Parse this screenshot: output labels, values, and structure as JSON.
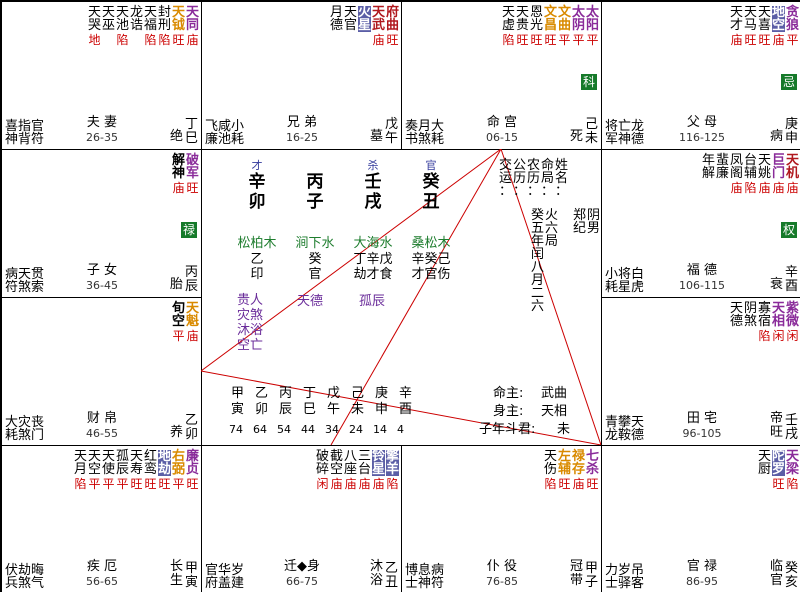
{
  "palaces": [
    {
      "branch_stem": [
        "丁",
        "巳"
      ],
      "stage": "绝",
      "name": "夫 妻",
      "range": "26-35",
      "bottom": [
        "喜",
        "指",
        "官",
        "神",
        "背",
        "符"
      ],
      "majors": [
        {
          "n": [
            "天",
            "同"
          ],
          "b": "庙",
          "c": "#8a2b9a"
        },
        {
          "n": [
            "天",
            "钺"
          ],
          "b": "旺",
          "c": "#d98a00"
        }
      ],
      "minors": [
        {
          "n": [
            "封",
            "刑"
          ],
          "b": "陷"
        },
        {
          "n": [
            "天",
            "福"
          ],
          "b": "陷"
        },
        {
          "n": [
            "龙",
            "诰"
          ],
          "b": ""
        },
        {
          "n": [
            "天",
            "池"
          ],
          "b": "陷"
        },
        {
          "n": [
            "天",
            "巫"
          ],
          "b": ""
        },
        {
          "n": [
            "天",
            "哭"
          ],
          "b": "地"
        }
      ]
    },
    {
      "branch_stem": [
        "戊",
        "午"
      ],
      "stage": "墓",
      "name": "兄 弟",
      "range": "16-25",
      "bottom": [
        "飞",
        "咸",
        "小",
        "廉",
        "池",
        "耗"
      ],
      "majors": [
        {
          "n": [
            "天",
            "武",
            "府",
            "曲"
          ],
          "b": "庙旺",
          "c": "#b0181e",
          "wide": true
        },
        {
          "n": [
            "火",
            "星"
          ],
          "b": "",
          "c": "#fff",
          "hl": true
        }
      ],
      "minors": [
        {
          "n": [
            "天",
            "官"
          ],
          "b": ""
        },
        {
          "n": [
            "月",
            "德"
          ],
          "b": ""
        }
      ]
    },
    {
      "branch_stem": [
        "己",
        "未"
      ],
      "stage": "死",
      "name": "命 宫",
      "range": "06-15",
      "bottom": [
        "奏",
        "月",
        "大",
        "书",
        "煞",
        "耗"
      ],
      "majors": [
        {
          "n": [
            "太",
            "阳"
          ],
          "b": "平",
          "c": "#8a2b9a"
        },
        {
          "n": [
            "太",
            "阴"
          ],
          "b": "平",
          "c": "#8a2b9a"
        },
        {
          "n": [
            "文",
            "曲"
          ],
          "b": "平",
          "c": "#d98a00"
        },
        {
          "n": [
            "文",
            "昌"
          ],
          "b": "旺",
          "c": "#d98a00"
        }
      ],
      "minors": [
        {
          "n": [
            "恩",
            "光"
          ],
          "b": "旺"
        },
        {
          "n": [
            "天",
            "贵"
          ],
          "b": "旺"
        },
        {
          "n": [
            "天",
            "虚"
          ],
          "b": "陷"
        }
      ],
      "mut": "科"
    },
    {
      "branch_stem": [
        "庚",
        "申"
      ],
      "stage": "病",
      "name": "父 母",
      "range": "116-125",
      "bottom": [
        "将",
        "亡",
        "龙",
        "军",
        "神",
        "德"
      ],
      "majors": [
        {
          "n": [
            "贪",
            "狼"
          ],
          "b": "平",
          "c": "#8a2b9a"
        },
        {
          "n": [
            "地",
            "空"
          ],
          "b": "庙",
          "c": "#fff",
          "hl": true
        }
      ],
      "minors": [
        {
          "n": [
            "天",
            "喜"
          ],
          "b": "旺"
        },
        {
          "n": [
            "天",
            "马"
          ],
          "b": "旺"
        },
        {
          "n": [
            "天",
            "才"
          ],
          "b": "庙"
        }
      ],
      "mut": "忌"
    },
    {
      "branch_stem": [
        "丙",
        "辰"
      ],
      "stage": "胎",
      "name": "子 女",
      "range": "36-45",
      "bottom": [
        "病",
        "天",
        "贯",
        "符",
        "煞",
        "索"
      ],
      "majors": [
        {
          "n": [
            "破",
            "军"
          ],
          "b": "旺",
          "c": "#8a2b9a"
        },
        {
          "n": [
            "解",
            "神"
          ],
          "b": "庙",
          "c": "#000"
        }
      ],
      "minors": [],
      "mut": "禄"
    },
    {
      "branch_stem": [
        "辛",
        "酉"
      ],
      "stage": "衰",
      "name": "福 德",
      "range": "106-115",
      "bottom": [
        "小",
        "将",
        "白",
        "耗",
        "星",
        "虎"
      ],
      "majors": [
        {
          "n": [
            "天",
            "机"
          ],
          "b": "庙",
          "c": "#b0181e"
        },
        {
          "n": [
            "巨",
            "门"
          ],
          "b": "庙",
          "c": "#8a2b9a"
        }
      ],
      "minors": [
        {
          "n": [
            "天",
            "姚"
          ],
          "b": "庙"
        },
        {
          "n": [
            "台",
            "辅"
          ],
          "b": "陷"
        },
        {
          "n": [
            "凤",
            "阁"
          ],
          "b": "庙"
        },
        {
          "n": [
            "蜚",
            "廉"
          ],
          "b": ""
        },
        {
          "n": [
            "年",
            "解"
          ],
          "b": ""
        }
      ],
      "mut": "权"
    },
    {
      "branch_stem": [
        "乙",
        "卯"
      ],
      "stage": "养",
      "name": "财 帛",
      "range": "46-55",
      "bottom": [
        "大",
        "灾",
        "丧",
        "耗",
        "煞",
        "门"
      ],
      "majors": [
        {
          "n": [
            "天",
            "魁"
          ],
          "b": "庙",
          "c": "#d98a00"
        },
        {
          "n": [
            "旬",
            "空"
          ],
          "b": "平",
          "c": "#000"
        }
      ],
      "minors": []
    },
    {
      "branch_stem": [
        "壬",
        "戌"
      ],
      "stage": "帝旺",
      "name": "田 宅",
      "range": "96-105",
      "bottom": [
        "青",
        "攀",
        "天",
        "龙",
        "鞍",
        "德"
      ],
      "majors": [
        {
          "n": [
            "紫",
            "微"
          ],
          "b": "闲",
          "c": "#8a2b9a"
        },
        {
          "n": [
            "天",
            "相"
          ],
          "b": "闲",
          "c": "#8a2b9a"
        }
      ],
      "minors": [
        {
          "n": [
            "寡",
            "宿"
          ],
          "b": "陷"
        },
        {
          "n": [
            "阴",
            "煞"
          ],
          "b": ""
        },
        {
          "n": [
            "天",
            "德"
          ],
          "b": ""
        }
      ]
    },
    {
      "branch_stem": [
        "甲",
        "寅"
      ],
      "stage": "长生",
      "name": "疾 厄",
      "range": "56-65",
      "bottom": [
        "伏",
        "劫",
        "晦",
        "兵",
        "煞",
        "气"
      ],
      "majors": [
        {
          "n": [
            "廉",
            "贞"
          ],
          "b": "旺",
          "c": "#8a2b9a"
        },
        {
          "n": [
            "右",
            "弼"
          ],
          "b": "平",
          "c": "#d98a00"
        },
        {
          "n": [
            "地",
            "劫"
          ],
          "b": "旺",
          "c": "#fff",
          "hl": true
        }
      ],
      "minors": [
        {
          "n": [
            "红",
            "鸾"
          ],
          "b": "旺"
        },
        {
          "n": [
            "天",
            "寿"
          ],
          "b": "旺"
        },
        {
          "n": [
            "孤",
            "辰"
          ],
          "b": "平"
        },
        {
          "n": [
            "天",
            "使"
          ],
          "b": "平"
        },
        {
          "n": [
            "天",
            "空"
          ],
          "b": "平"
        },
        {
          "n": [
            "天",
            "月"
          ],
          "b": "陷"
        }
      ]
    },
    {
      "branch_stem": [
        "乙",
        "丑"
      ],
      "stage": "沐浴",
      "name": "迁◆身",
      "range": "66-75",
      "bottom": [
        "官",
        "华",
        "岁",
        "府",
        "盖",
        "建"
      ],
      "majors": [
        {
          "n": [
            "擎",
            "羊"
          ],
          "b": "陷",
          "c": "#fff",
          "hl": true
        },
        {
          "n": [
            "铃",
            "星"
          ],
          "b": "庙",
          "c": "#fff",
          "hl": true
        }
      ],
      "minors": [
        {
          "n": [
            "三",
            "台"
          ],
          "b": "庙"
        },
        {
          "n": [
            "八",
            "座"
          ],
          "b": "庙"
        },
        {
          "n": [
            "截",
            "空"
          ],
          "b": "庙"
        },
        {
          "n": [
            "破",
            "碎"
          ],
          "b": "闲"
        }
      ]
    },
    {
      "branch_stem": [
        "甲",
        "子"
      ],
      "stage": "冠带",
      "name": "仆 役",
      "range": "76-85",
      "bottom": [
        "博",
        "息",
        "病",
        "士",
        "神",
        "符"
      ],
      "majors": [
        {
          "n": [
            "七",
            "杀"
          ],
          "b": "旺",
          "c": "#8a2b9a"
        },
        {
          "n": [
            "禄",
            "存"
          ],
          "b": "庙",
          "c": "#d98a00"
        },
        {
          "n": [
            "左",
            "辅"
          ],
          "b": "旺",
          "c": "#d98a00"
        }
      ],
      "minors": [
        {
          "n": [
            "天",
            "伤"
          ],
          "b": "陷"
        }
      ]
    },
    {
      "branch_stem": [
        "癸",
        "亥"
      ],
      "stage": "临官",
      "name": "官 禄",
      "range": "86-95",
      "bottom": [
        "力",
        "岁",
        "吊",
        "士",
        "驿",
        "客"
      ],
      "majors": [
        {
          "n": [
            "天",
            "梁"
          ],
          "b": "陷",
          "c": "#8a2b9a"
        },
        {
          "n": [
            "陀",
            "罗"
          ],
          "b": "旺",
          "c": "#fff",
          "hl": true
        }
      ],
      "minors": [
        {
          "n": [
            "天",
            "厨"
          ],
          "b": ""
        }
      ]
    }
  ],
  "center": {
    "pillars": [
      {
        "shi": "才",
        "stem": "辛",
        "branch": "卯",
        "nayin": "松柏木",
        "hidden": "乙",
        "shen": "印"
      },
      {
        "shi": "",
        "stem": "丙",
        "branch": "子",
        "nayin": "涧下水",
        "hidden": "癸",
        "shen": "官"
      },
      {
        "shi": "杀",
        "stem": "壬",
        "branch": "戌",
        "nayin": "大海水",
        "hidden": "丁辛戊",
        "shen": "劫才食"
      },
      {
        "shi": "官",
        "stem": "癸",
        "branch": "丑",
        "nayin": "桑松木",
        "hidden": "辛癸己",
        "shen": "才官伤"
      }
    ],
    "shensha": [
      "贵人",
      "灾煞",
      "沐浴",
      "空亡"
    ],
    "tiande": "天德",
    "guchen": "孤辰",
    "info_cols": [
      [
        "交",
        "运",
        "："
      ],
      [
        "公",
        "历",
        "："
      ],
      [
        "农",
        "历",
        "："
      ],
      [
        "命",
        "局",
        "："
      ],
      [
        "姓",
        "名",
        "："
      ]
    ],
    "info_vals": [
      [
        "癸",
        "五",
        "年",
        "闰",
        "八",
        "月",
        "二",
        "六"
      ],
      [
        "火",
        "六",
        "局"
      ],
      [
        "郑",
        "纪"
      ],
      [
        "阴",
        "男"
      ]
    ],
    "dayun_stems": [
      "甲",
      "乙",
      "丙",
      "丁",
      "戊",
      "己",
      "庚",
      "辛"
    ],
    "dayun_branches": [
      "寅",
      "卯",
      "辰",
      "巳",
      "午",
      "未",
      "申",
      "酉"
    ],
    "dayun_ages": [
      "74",
      "64",
      "54",
      "44",
      "34",
      "24",
      "14",
      "4"
    ],
    "ming_zhu_label": "命主:",
    "ming_zhu": "武曲",
    "shen_zhu_label": "身主:",
    "shen_zhu": "天相",
    "doujun_label": "子年斗君:",
    "doujun": "未"
  }
}
